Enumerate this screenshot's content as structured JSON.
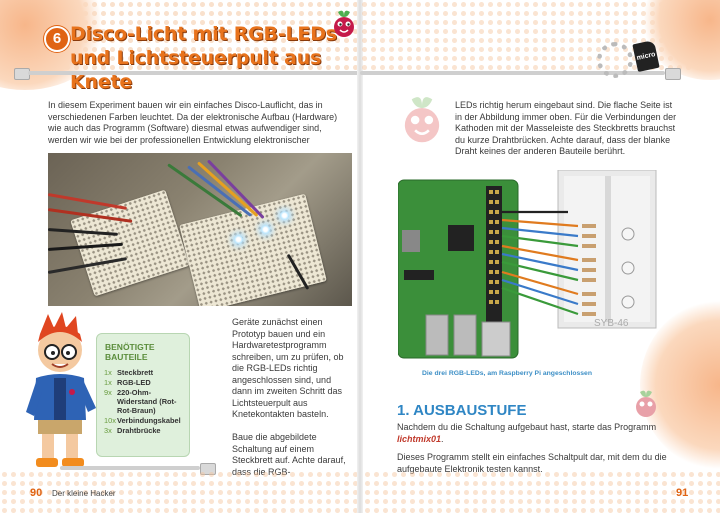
{
  "header": {
    "chapter_number": "6",
    "title": "Disco-Licht mit RGB-LEDs und Lichtsteuerpult aus Knete"
  },
  "left_page": {
    "intro": "In diesem Experiment bauen wir ein einfaches Disco-Lauflicht, das in verschiedenen Farben leuchtet. Da der elektronische Aufbau (Hardware) wie auch das Programm (Software) diesmal etwas aufwendiger sind, werden wir wie bei der professionellen Entwicklung elektronischer",
    "para2": "Geräte zunächst einen Prototyp bauen und ein Hardwaretestprogramm schreiben, um zu prüfen, ob die RGB-LEDs richtig angeschlossen sind, und dann im zweiten Schritt das Lichtsteuerpult aus Knetekontakten basteln.",
    "para3": "Baue die abgebildete Schaltung auf einem Steckbrett auf. Achte darauf, dass die RGB-",
    "materials": {
      "title_line1": "BENÖTIGTE",
      "title_line2": "BAUTEILE",
      "items": [
        {
          "qty": "1x",
          "label": "Steckbrett"
        },
        {
          "qty": "1x",
          "label": "RGB-LED"
        },
        {
          "qty": "9x",
          "label": "220-Ohm-Widerstand (Rot-Rot-Braun)"
        },
        {
          "qty": "10x",
          "label": "Verbindungskabel"
        },
        {
          "qty": "3x",
          "label": "Drahtbrücke"
        }
      ]
    },
    "page_number": "90",
    "footer": "Der kleine Hacker"
  },
  "right_page": {
    "para1": "LEDs richtig herum eingebaut sind. Die flache Seite ist in der Abbildung immer oben. Für die Verbindungen der Kathoden mit der Masseleiste des Steckbretts brauchst du kurze Drahtbrücken. Achte darauf, dass der blanke Draht keines der anderen Bauteile berührt.",
    "caption": "Die drei RGB-LEDs, am Raspberry Pi angeschlossen",
    "heading": "1. AUSBAUSTUFE",
    "para2_before": "Nachdem du die Schaltung aufgebaut hast, starte das Programm ",
    "program_name": "lichtmix01",
    "para2_after": ".",
    "para3": "Dieses Programm stellt ein einfaches Schaltpult dar, mit dem du die aufgebaute Elektronik testen kannst.",
    "breadboard_label": "SYB-46",
    "sd_label": "micro",
    "page_number": "91"
  },
  "colors": {
    "accent_orange": "#e8731c",
    "heading_blue": "#2f86c4",
    "box_green": "#dff0dc",
    "raspberry_red": "#c51a4a"
  }
}
